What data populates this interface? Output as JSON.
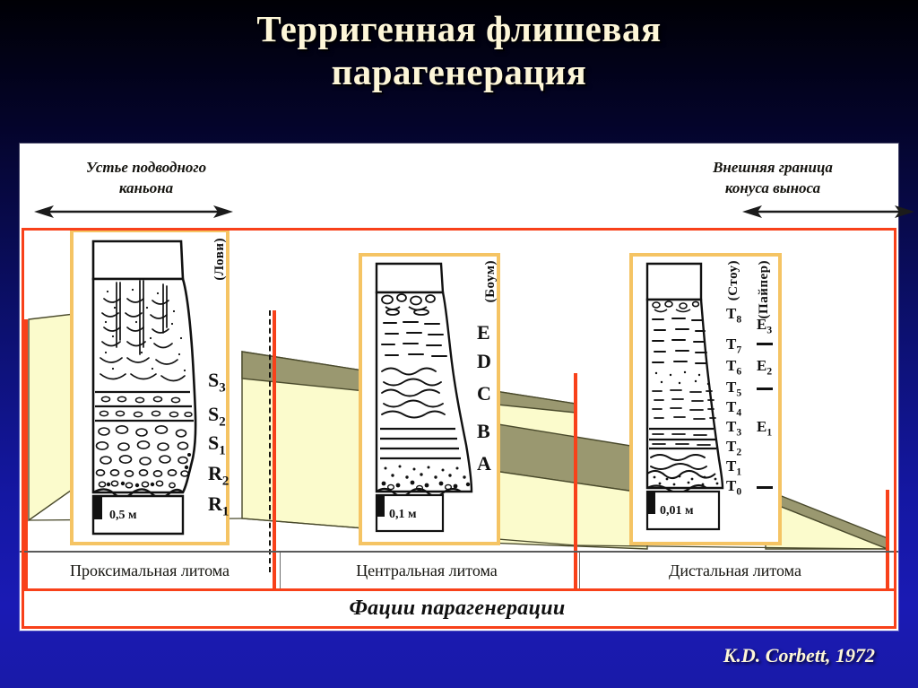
{
  "slide": {
    "title_line1": "Терригенная флишевая",
    "title_line2": "парагенерация",
    "credit": "K.D. Corbett, 1972",
    "background_top_color": "#000005",
    "background_bottom_color": "#1a1ab4",
    "title_color": "#fdf6d8"
  },
  "diagram": {
    "header_left": "Устье подводного\nканьона",
    "header_left_line1": "Устье подводного",
    "header_left_line2": "каньона",
    "header_right_line1": "Внешняя граница",
    "header_right_line2": "конуса выноса",
    "arrow_left_direction": "left",
    "arrow_right_direction": "right",
    "frame_color": "#f8411a",
    "log_frame_color": "#f5c464",
    "wedge_upper_color": "#9a9870",
    "wedge_lower_color": "#fbfbcc",
    "panel_color": "#ffffff"
  },
  "logs": [
    {
      "id": "proximal",
      "author": "(Лови)",
      "scale": "0,5 м",
      "divisions": [
        "S3",
        "S2",
        "S1",
        "R2",
        "R1"
      ],
      "division_labels": [
        {
          "base": "S",
          "sub": "3"
        },
        {
          "base": "S",
          "sub": "2"
        },
        {
          "base": "S",
          "sub": "1"
        },
        {
          "base": "R",
          "sub": "2"
        },
        {
          "base": "R",
          "sub": "1"
        }
      ]
    },
    {
      "id": "central",
      "author": "(Боум)",
      "scale": "0,1 м",
      "divisions": [
        "E",
        "D",
        "C",
        "B",
        "A"
      ],
      "division_labels": [
        {
          "base": "E",
          "sub": ""
        },
        {
          "base": "D",
          "sub": ""
        },
        {
          "base": "C",
          "sub": ""
        },
        {
          "base": "B",
          "sub": ""
        },
        {
          "base": "A",
          "sub": ""
        }
      ]
    },
    {
      "id": "distal",
      "author_primary": "(Стоу)",
      "author_secondary": "(Пайпер)",
      "scale": "0,01 м",
      "divisions": [
        "T8",
        "T7",
        "T6",
        "T5",
        "T4",
        "T3",
        "T2",
        "T1",
        "T0"
      ],
      "division_labels": [
        {
          "base": "T",
          "sub": "8"
        },
        {
          "base": "T",
          "sub": "7"
        },
        {
          "base": "T",
          "sub": "6"
        },
        {
          "base": "T",
          "sub": "5"
        },
        {
          "base": "T",
          "sub": "4"
        },
        {
          "base": "T",
          "sub": "3"
        },
        {
          "base": "T",
          "sub": "2"
        },
        {
          "base": "T",
          "sub": "1"
        },
        {
          "base": "T",
          "sub": "0"
        }
      ],
      "secondary_labels": [
        {
          "base": "E",
          "sub": "3"
        },
        {
          "base": "E",
          "sub": "2"
        },
        {
          "base": "E",
          "sub": "1"
        }
      ]
    }
  ],
  "facies": {
    "title": "Фации парагенерации",
    "cells": [
      "Проксимальная литома",
      "Центральная литома",
      "Дистальная литома"
    ]
  }
}
